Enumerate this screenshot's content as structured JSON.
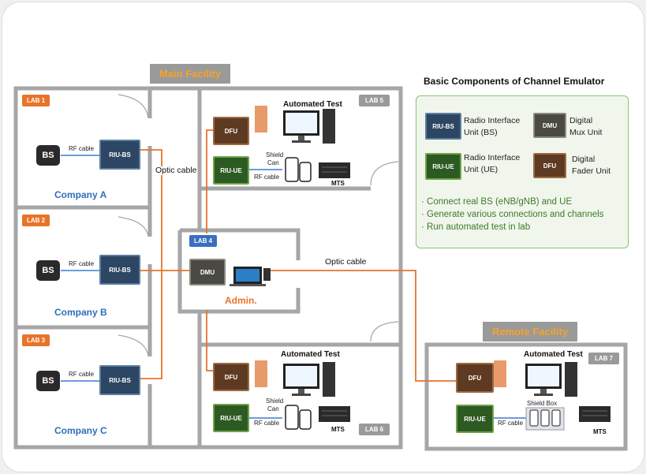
{
  "facilities": {
    "main": "Main Facility",
    "remote": "Remote Facility"
  },
  "labs": {
    "lab1": "LAB 1",
    "lab2": "LAB 2",
    "lab3": "LAB 3",
    "lab4": "LAB 4",
    "lab5": "LAB 5",
    "lab6": "LAB 6",
    "lab7": "LAB 7"
  },
  "companies": {
    "a": "Company A",
    "b": "Company B",
    "c": "Company C"
  },
  "admin": "Admin.",
  "devices": {
    "bs": "BS",
    "riu_bs": "RIU-BS",
    "riu_ue": "RIU-UE",
    "dfu": "DFU",
    "dmu": "DMU",
    "mts": "MTS"
  },
  "labels": {
    "rf_cable": "RF cable",
    "optic_cable": "Optic cable",
    "shield": "Shield",
    "can": "Can",
    "shield_box": "Shield Box",
    "automated_test": "Automated Test"
  },
  "legend": {
    "title": "Basic Components of Channel Emulator",
    "items": [
      {
        "tag": "RIU-BS",
        "line1": "Radio Interface",
        "line2": "Unit (BS)"
      },
      {
        "tag": "DMU",
        "line1": "Digital",
        "line2": "Mux Unit"
      },
      {
        "tag": "RIU-UE",
        "line1": "Radio Interface",
        "line2": "Unit (UE)"
      },
      {
        "tag": "DFU",
        "line1": "Digital",
        "line2": "Fader Unit"
      }
    ],
    "bullets": [
      "Connect real BS (eNB/gNB) and UE",
      "Generate various connections and channels",
      "Run automated test in lab"
    ]
  },
  "colors": {
    "optic": "#e8742a",
    "rf": "#3a7bd5",
    "wall": "#a6a6a6",
    "company": "#2f6fb8",
    "legend_text": "#3e7a2a"
  }
}
